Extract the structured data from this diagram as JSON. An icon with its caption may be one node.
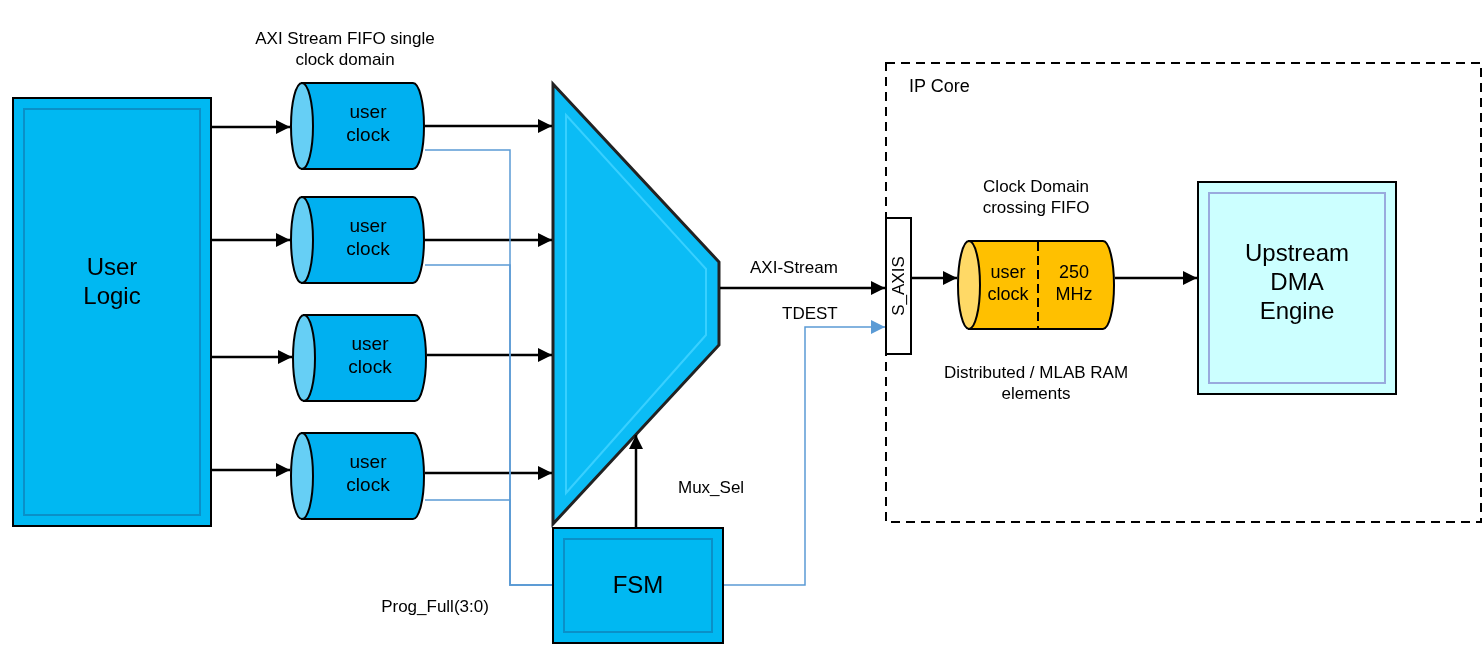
{
  "diagram": {
    "nodes": [
      {
        "text": [
          "User Logic"
        ]
      },
      {
        "text": [
          "user clock"
        ]
      },
      {
        "text": [
          "user clock"
        ]
      },
      {
        "text": [
          "user clock"
        ]
      },
      {
        "text": [
          "user clock"
        ]
      },
      {
        "text": [],
        "shape": "trapezoid"
      },
      {
        "text": [
          "FSM"
        ]
      },
      {
        "text": [
          "IP Core"
        ]
      },
      {
        "text": [
          "S_AXIS"
        ],
        "in": 7
      },
      {
        "text": [
          "user clock",
          "250 MHz"
        ],
        "beside": [
          "Clock Domain crossing FIFO",
          "Distributed / MLAB RAM elements"
        ],
        "in": 7
      },
      {
        "text": [
          "Upstream DMA Engine"
        ],
        "in": 7
      }
    ],
    "edges": [
      {
        "from": 0,
        "to": 1,
        "arrow": "to"
      },
      {
        "from": 0,
        "to": 2,
        "arrow": "to"
      },
      {
        "from": 0,
        "to": 3,
        "arrow": "to"
      },
      {
        "from": 0,
        "to": 4,
        "arrow": "to"
      },
      {
        "from": 1,
        "to": 5,
        "arrow": "to"
      },
      {
        "from": 2,
        "to": 5,
        "arrow": "to"
      },
      {
        "from": 3,
        "to": 5,
        "arrow": "to"
      },
      {
        "from": 4,
        "to": 5,
        "arrow": "to"
      },
      {
        "from": 1,
        "to": 6,
        "arrow": "none",
        "color": "#5b9bd5"
      },
      {
        "from": 2,
        "to": 6,
        "arrow": "none",
        "color": "#5b9bd5"
      },
      {
        "from": 4,
        "to": 6,
        "arrow": "none",
        "color": "#5b9bd5"
      },
      {
        "from": 6,
        "to": 5,
        "arrow": "to",
        "label": "Mux_Sel"
      },
      {
        "from": 5,
        "to": 8,
        "arrow": "to",
        "label": "AXI-Stream"
      },
      {
        "from": 6,
        "to": 8,
        "arrow": "to",
        "label": "TDEST",
        "color": "#5b9bd5"
      },
      {
        "from": 8,
        "to": 9,
        "arrow": "to"
      },
      {
        "from": 9,
        "to": 10,
        "arrow": "to"
      }
    ],
    "labels": [
      "AXI Stream FIFO single clock domain",
      "Prog_Full(3:0)"
    ]
  }
}
